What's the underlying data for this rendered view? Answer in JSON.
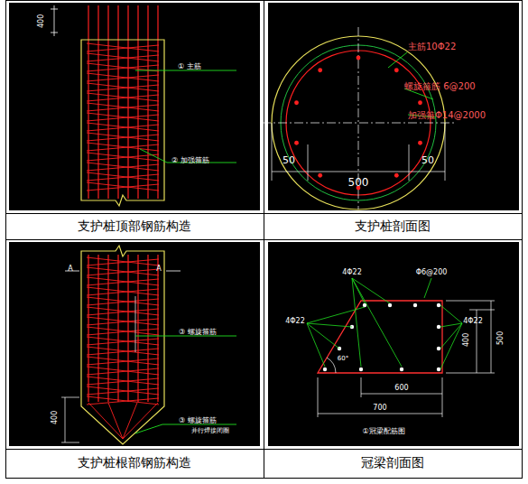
{
  "diagram": {
    "labels": [
      "① 主筋",
      "② 加强箍筋",
      "400",
      "主筋10Φ22",
      "螺旋箍筋 6@200",
      "加强箍Φ14@2000",
      "50",
      "500",
      "50",
      "A",
      "A",
      "③ 螺旋箍筋",
      "400",
      "③ 螺旋箍筋",
      "并行焊接闭圈",
      "4Φ22",
      "Φ6@200",
      "4Φ22",
      "4Φ22",
      "400",
      "500",
      "600",
      "700",
      "60°",
      "①冠梁配筋图",
      "支护桩顶部钢筋构造",
      "支护桩剖面图",
      "支护桩根部钢筋构造",
      "冠梁剖面图"
    ]
  }
}
